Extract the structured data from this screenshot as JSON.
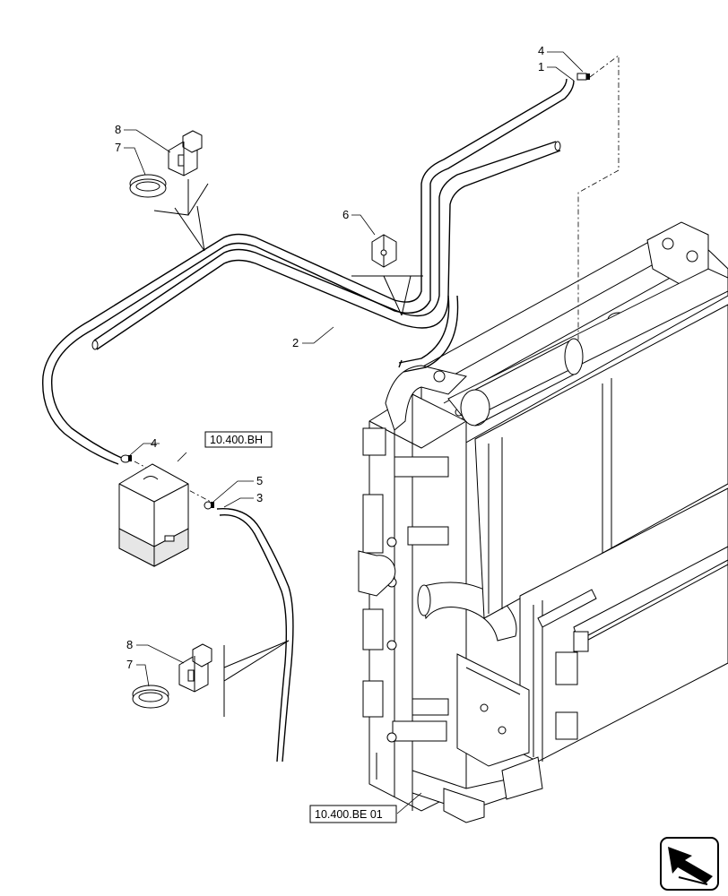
{
  "callouts": {
    "c4_top": "4",
    "c1_top": "1",
    "c8_top": "8",
    "c7_top": "7",
    "c6": "6",
    "c2": "2",
    "c4_mid": "4",
    "c5": "5",
    "c3": "3",
    "c8_bottom": "8",
    "c7_bottom": "7"
  },
  "references": {
    "reservoir_ref": "10.400.BH",
    "radiator_ref": "10.400.BE 01"
  },
  "icons": {
    "nav_arrow": "arrow-icon"
  }
}
